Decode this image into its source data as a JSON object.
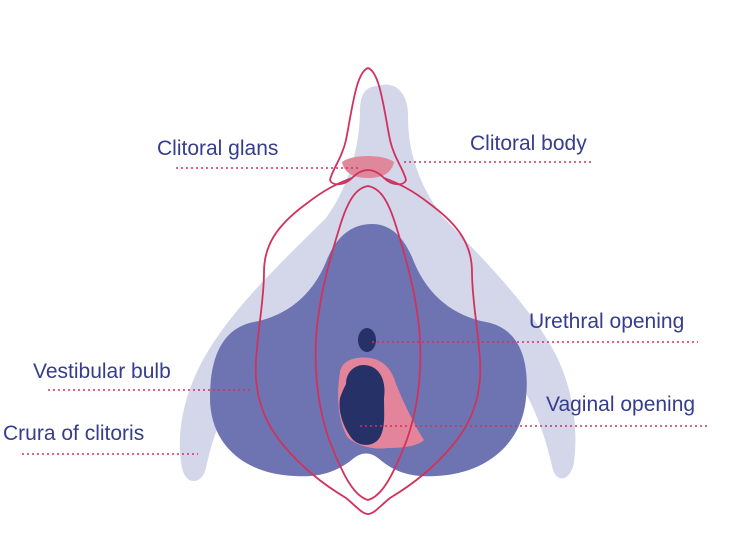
{
  "colors": {
    "background": "#ffffff",
    "crura_fill": "#d4d6ea",
    "bulb_fill": "#6e74b1",
    "outline_stroke": "#d0325e",
    "glans_fill": "#e0889b",
    "vestibule_fill": "#e3849a",
    "opening_fill": "#263168",
    "label_text": "#353d8c",
    "leader_line": "#d0325e"
  },
  "labels": {
    "clitoral_glans": "Clitoral glans",
    "clitoral_body": "Clitoral body",
    "urethral_opening": "Urethral opening",
    "vestibular_bulb": "Vestibular bulb",
    "vaginal_opening": "Vaginal opening",
    "crura_of_clitoris": "Crura of clitoris"
  }
}
